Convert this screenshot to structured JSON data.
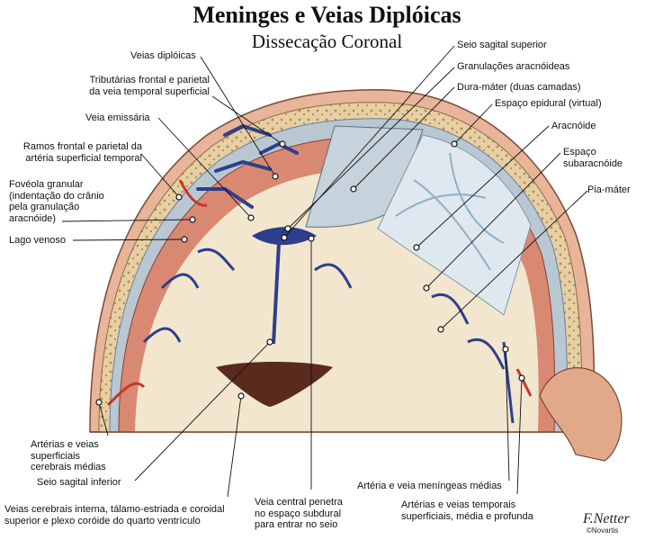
{
  "title": "Meninges e Veias Diplóicas",
  "subtitle": "Dissecação Coronal",
  "labels": {
    "veias_diploicas": "Veias diplóicas",
    "tributarias": "Tributárias frontal e parietal\nda veia temporal superficial",
    "veia_emissaria": "Veia emissária",
    "ramos": "Ramos frontal e parietal da\nartéria superficial temporal",
    "foveola": "Fovéola granular\n(indentação do crânio\npela granulação\naracnóide)",
    "lago_venoso": "Lago venoso",
    "seio_sagital_superior": "Seio sagital superior",
    "granulacoes": "Granulações aracnóideas",
    "dura_mater": "Dura-máter (duas camadas)",
    "espaco_epidural": "Espaço epidural (virtual)",
    "aracnoide": "Aracnóide",
    "espaco_subaracnoide": "Espaço\nsubaracnóide",
    "pia_mater": "Pia-máter",
    "arterias_veias_cerebrais": "Artérias e veias\nsuperficiais\ncerebrais médias",
    "seio_sagital_inferior": "Seio sagital inferior",
    "veias_cerebrais_internas": "Veias cerebrais interna, tálamo-estriada e coroidal\nsuperior e plexo coróide do quarto ventrículo",
    "veia_central": "Veia central penetra\nno espaço subdural\npara entrar no seio",
    "arteria_meningea": "Artéria e veia meníngeas médias",
    "arterias_temporais": "Artérias e veias temporais\nsuperficiais, média e profunda"
  },
  "signature": "F.Netter",
  "copyright": "©Novartis",
  "colors": {
    "skin": "#e8b49a",
    "bone": "#e6cfa3",
    "dura": "#b9c7d3",
    "cortex": "#d98872",
    "white_matter": "#f2e6cf",
    "vein": "#2d3f8c",
    "artery": "#c2362b"
  }
}
